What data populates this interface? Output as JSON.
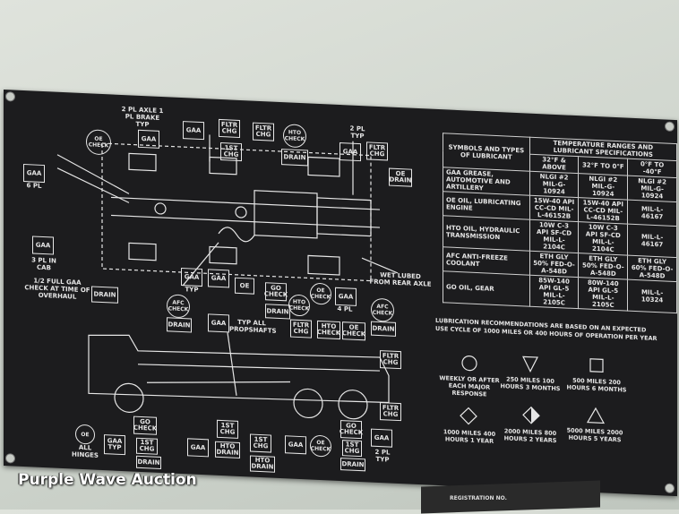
{
  "watermark": "Purple Wave Auction",
  "registration_label": "REGISTRATION NO.",
  "table": {
    "h_symbols": "SYMBOLS AND TYPES OF LUBRICANT",
    "h_temp": "TEMPERATURE RANGES AND LUBRICANT SPECIFICATIONS",
    "cols": [
      "32°F & ABOVE",
      "32°F TO 0°F",
      "0°F TO -40°F"
    ],
    "rows": [
      {
        "sym": "GAA",
        "name": "GREASE, AUTOMOTIVE AND ARTILLERY",
        "c1": "NLGI #2 MIL-G-10924",
        "c2": "NLGI #2 MIL-G-10924",
        "c3": "NLGI #2 MIL-G-10924"
      },
      {
        "sym": "OE",
        "name": "OIL, LUBRICATING ENGINE",
        "c1": "15W-40 API CC-CD MIL-L-46152B",
        "c2": "15W-40 API CC-CD MIL-L-46152B",
        "c3": "MIL-L-46167"
      },
      {
        "sym": "HTO",
        "name": "OIL, HYDRAULIC TRANSMISSION",
        "c1": "10W C-3 API SF-CD MIL-L-2104C",
        "c2": "10W C-3 API SF-CD MIL-L-2104C",
        "c3": "MIL-L-46167"
      },
      {
        "sym": "AFC",
        "name": "ANTI-FREEZE COOLANT",
        "c1": "ETH GLY 50% FED-O-A-548D",
        "c2": "ETH GLY 50% FED-O-A-548D",
        "c3": "ETH GLY 60% FED-O-A-548D"
      },
      {
        "sym": "GO",
        "name": "OIL, GEAR",
        "c1": "85W-140 API GL-5 MIL-L-2105C",
        "c2": "80W-140 API GL-5 MIL-L-2105C",
        "c3": "MIL-L-10324"
      }
    ]
  },
  "note": "LUBRICATION RECOMMENDATIONS ARE BASED ON AN EXPECTED USE CYCLE OF 1000 MILES OR 400 HOURS OF OPERATION PER YEAR",
  "symbols": [
    {
      "shape": "circle",
      "text": "WEEKLY OR AFTER EACH MAJOR RESPONSE"
    },
    {
      "shape": "triangle-down",
      "text": "250 MILES 100 HOURS 3 MONTHS"
    },
    {
      "shape": "square",
      "text": "500 MILES 200 HOURS 6 MONTHS"
    },
    {
      "shape": "diamond",
      "text": "1000 MILES 400 HOURS 1 YEAR"
    },
    {
      "shape": "diamond-half",
      "text": "2000 MILES 800 HOURS 2 YEARS"
    },
    {
      "shape": "triangle",
      "text": "5000 MILES 2000 HOURS 5 YEARS"
    }
  ],
  "diagram": {
    "t_axle": "2 PL AXLE 1 PL BRAKE TYP",
    "t_2pl": "2 PL TYP",
    "t_6pl": "6 PL",
    "t_3pl": "3 PL IN CAB",
    "t_half": "1/2 FULL GAA CHECK AT TIME OF OVERHAUL",
    "t_wet": "WET LUBED FROM REAR AXLE",
    "t_prop": "TYP ALL PROPSHAFTS",
    "t_4pl": "4 PL",
    "t_typ": "TYP",
    "t_allh": "ALL HINGES",
    "gaa": "GAA",
    "oe": "OE",
    "fltr": "FLTR CHG",
    "first": "1ST CHG",
    "drain": "DRAIN",
    "hto_check": "HTO CHECK",
    "oe_check": "OE CHECK",
    "go_check": "GO CHECK",
    "afc_check": "AFC CHECK",
    "oe_drain": "OE DRAIN",
    "go_drain": "GO DRAIN",
    "hto_drain": "HTO DRAIN",
    "first_test": "1ST CHG",
    "go": "GO",
    "hto": "HTO",
    "afc": "AFC",
    "gaa_typ": "GAA TYP"
  }
}
